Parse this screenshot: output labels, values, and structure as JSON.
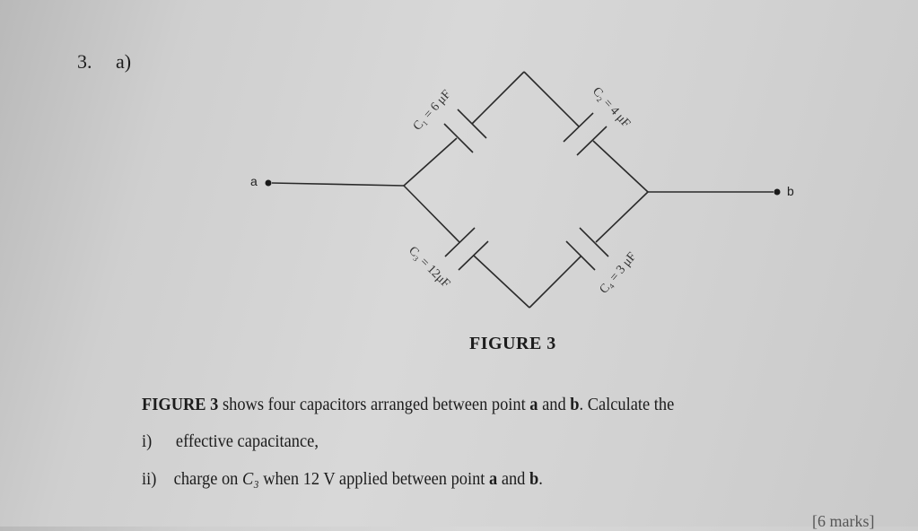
{
  "question": {
    "number": "3.",
    "part": "a)"
  },
  "figure": {
    "caption": "FIGURE 3",
    "node_a_label": "a",
    "node_b_label": "b",
    "capacitors": [
      {
        "id": "C1",
        "label": "C₁ = 6 μF",
        "value_uF": 6,
        "position": "top-left"
      },
      {
        "id": "C2",
        "label": "C₂ = 4 μF",
        "value_uF": 4,
        "position": "top-right"
      },
      {
        "id": "C3",
        "label": "C₃ = 12μF",
        "value_uF": 12,
        "position": "bottom-left"
      },
      {
        "id": "C4",
        "label": "C₄ = 3 μF",
        "value_uF": 3,
        "position": "bottom-right"
      }
    ]
  },
  "body": {
    "intro_prefix": "FIGURE 3",
    "intro_mid": " shows four capacitors arranged between point ",
    "intro_a": "a",
    "intro_and": " and ",
    "intro_b": "b",
    "intro_suffix": ". Calculate the",
    "items": [
      {
        "marker": "i)",
        "text": "effective capacitance,"
      },
      {
        "marker": "ii)",
        "text_prefix": "charge on ",
        "symbol": "C₃",
        "text_mid": " when 12 V applied between point ",
        "a": "a",
        "and": " and ",
        "b": "b",
        "end": "."
      }
    ],
    "marks": "[6 marks]"
  }
}
